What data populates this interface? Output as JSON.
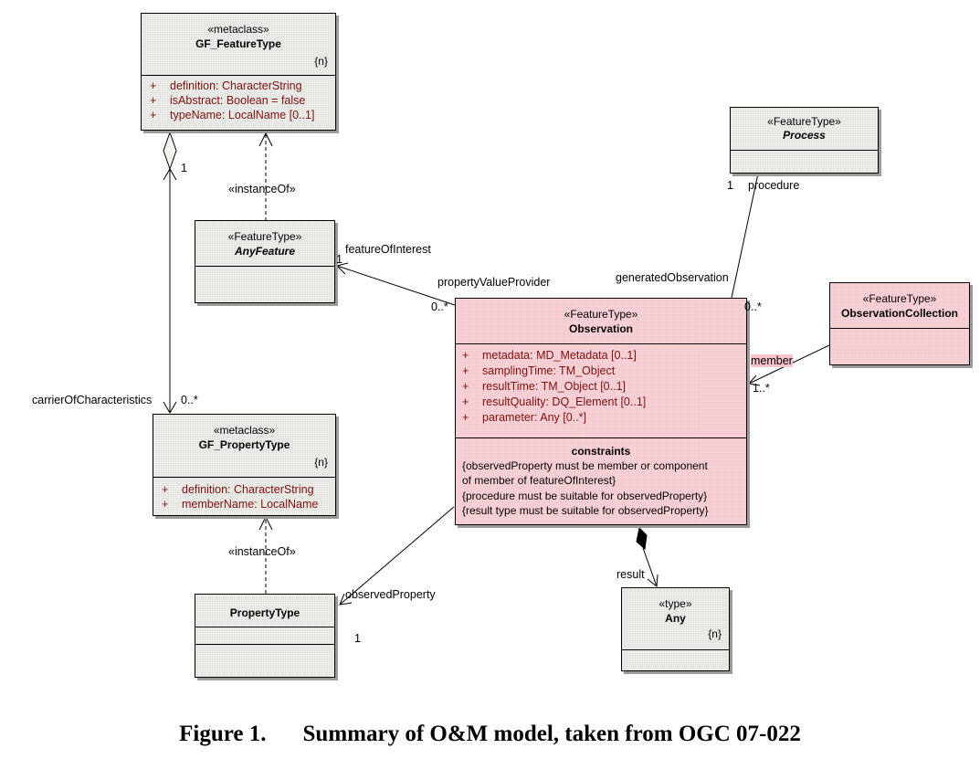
{
  "classes": {
    "gf_featuretype": {
      "stereotype": "«metaclass»",
      "name": "GF_FeatureType",
      "tag": "{n}",
      "attributes": [
        {
          "vis": "+",
          "text": "definition:  CharacterString"
        },
        {
          "vis": "+",
          "text": "isAbstract:  Boolean = false"
        },
        {
          "vis": "+",
          "text": "typeName:  LocalName [0..1]"
        }
      ]
    },
    "anyfeature": {
      "stereotype": "«FeatureType»",
      "name": "AnyFeature"
    },
    "gf_propertytype": {
      "stereotype": "«metaclass»",
      "name": "GF_PropertyType",
      "tag": "{n}",
      "attributes": [
        {
          "vis": "+",
          "text": "definition:  CharacterString"
        },
        {
          "vis": "+",
          "text": "memberName:  LocalName"
        }
      ]
    },
    "propertytype": {
      "name": "PropertyType"
    },
    "process": {
      "stereotype": "«FeatureType»",
      "name": "Process"
    },
    "observation": {
      "stereotype": "«FeatureType»",
      "name": "Observation",
      "attributes": [
        {
          "vis": "+",
          "text": "metadata:  MD_Metadata [0..1]"
        },
        {
          "vis": "+",
          "text": "samplingTime:  TM_Object"
        },
        {
          "vis": "+",
          "text": "resultTime:  TM_Object [0..1]"
        },
        {
          "vis": "+",
          "text": "resultQuality:  DQ_Element [0..1]"
        },
        {
          "vis": "+",
          "text": "parameter:  Any [0..*]"
        }
      ],
      "constraints_title": "constraints",
      "constraints": [
        "{observedProperty must be member or component",
        "of member of featureOfInterest}",
        "{procedure must be suitable for observedProperty}",
        "{result type must be suitable for observedProperty}"
      ]
    },
    "observationcollection": {
      "stereotype": "«FeatureType»",
      "name": "ObservationCollection"
    },
    "any": {
      "stereotype": "«type»",
      "name": "Any",
      "tag": "{n}"
    }
  },
  "labels": {
    "instance_of_1": "«instanceOf»",
    "instance_of_2": "«instanceOf»",
    "mult_1_feature": "1",
    "carrier_of_characteristics": "carrierOfCharacteristics",
    "mult_0_star_carrier": "0..*",
    "feature_of_interest": "featureOfInterest",
    "mult_1_foi": "1",
    "property_value_provider": "propertyValueProvider",
    "mult_0_star_pvp": "0..*",
    "mult_1_procedure": "1",
    "procedure": "procedure",
    "generated_observation": "generatedObservation",
    "mult_0_star_genobs": "0..*",
    "member": "member",
    "mult_1_star_member": "1..*",
    "observed_property": "observedProperty",
    "mult_1_obsprop": "1",
    "result": "result"
  },
  "caption": {
    "number": "Figure 1.",
    "text": "Summary of O&M model, taken from OGC 07-022"
  }
}
